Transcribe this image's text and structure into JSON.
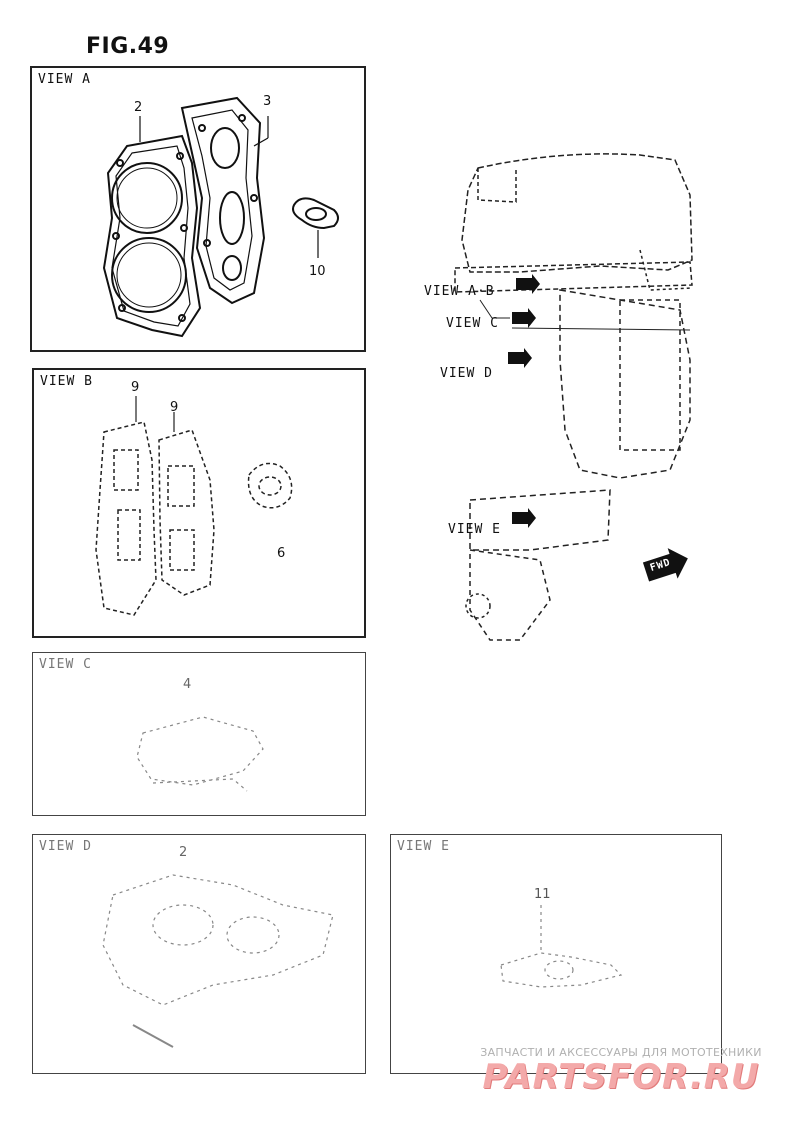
{
  "figure": {
    "title": "FIG.49"
  },
  "panels": {
    "view_a": {
      "label": "VIEW A",
      "parts": {
        "head_gasket": "2",
        "cover_gasket": "3",
        "small_gasket": "10"
      }
    },
    "view_b": {
      "label": "VIEW B",
      "parts": {
        "gasket_left": "9",
        "gasket_right": "9",
        "round_gasket": "6"
      }
    },
    "view_c": {
      "label": "VIEW C",
      "parts": {
        "gasket": "4"
      }
    },
    "view_d": {
      "label": "VIEW D",
      "parts": {
        "gasket": "2"
      }
    },
    "view_e": {
      "label": "VIEW E",
      "parts": {
        "gasket": "11"
      }
    }
  },
  "engine": {
    "callouts": {
      "view_ab": "VIEW A·B",
      "view_c": "VIEW C",
      "view_d": "VIEW D",
      "view_e": "VIEW E"
    },
    "fwd_label": "FWD"
  },
  "watermark": {
    "caption": "ЗАПЧАСТИ И АКСЕССУАРЫ ДЛЯ МОТОТЕХНИКИ",
    "brand": "PARTSFOR.RU",
    "colors": {
      "brand": "#f3a9a9",
      "caption": "#b0b0b0"
    }
  }
}
